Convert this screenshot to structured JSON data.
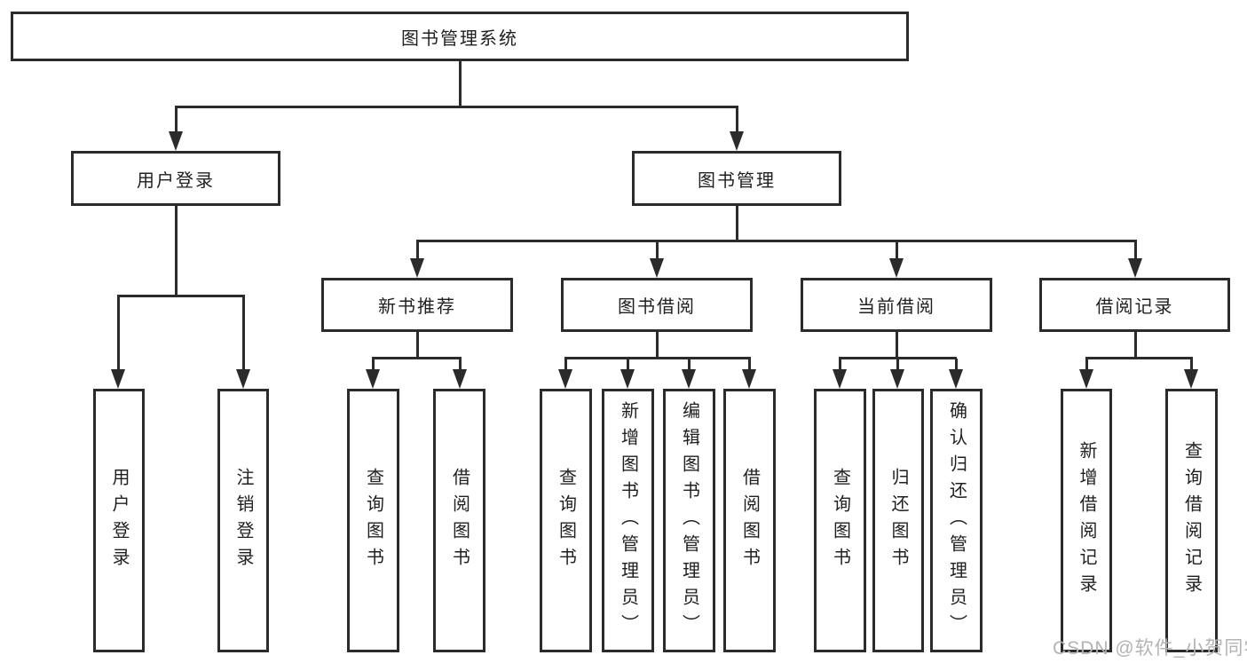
{
  "title": "图书管理系统",
  "tree": {
    "label": "图书管理系统",
    "children": [
      {
        "label": "用户登录",
        "children": [
          {
            "label": "用户登录"
          },
          {
            "label": "注销登录"
          }
        ]
      },
      {
        "label": "图书管理",
        "children": [
          {
            "label": "新书推荐",
            "children": [
              {
                "label": "查询图书"
              },
              {
                "label": "借阅图书"
              }
            ]
          },
          {
            "label": "图书借阅",
            "children": [
              {
                "label": "查询图书"
              },
              {
                "label": "新增图书（管理员）"
              },
              {
                "label": "编辑图书（管理员）"
              },
              {
                "label": "借阅图书"
              }
            ]
          },
          {
            "label": "当前借阅",
            "children": [
              {
                "label": "查询图书"
              },
              {
                "label": "归还图书"
              },
              {
                "label": "确认归还（管理员）"
              }
            ]
          },
          {
            "label": "借阅记录",
            "children": [
              {
                "label": "新增借阅记录"
              },
              {
                "label": "查询借阅记录"
              }
            ]
          }
        ]
      }
    ]
  },
  "watermark": "CSDN @软件_小贺同学",
  "colors": {
    "line": "#2b2b2b",
    "text": "#1f1f1f",
    "background": "#ffffff",
    "watermark": "#b3b3b3"
  }
}
